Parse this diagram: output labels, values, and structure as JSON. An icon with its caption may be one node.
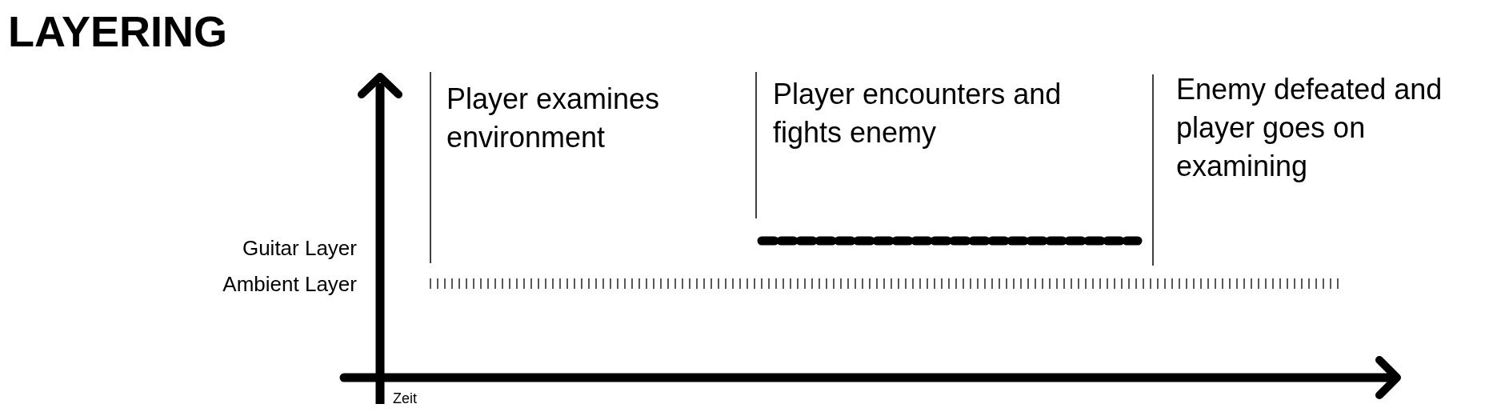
{
  "diagram": {
    "title": "LAYERING",
    "labels": [
      "Player examines environment",
      "Player encounters and fights enemy",
      "Enemy defeated and player goes on examining",
      "Guitar Layer",
      "Ambient Layer",
      "Zeit"
    ]
  }
}
